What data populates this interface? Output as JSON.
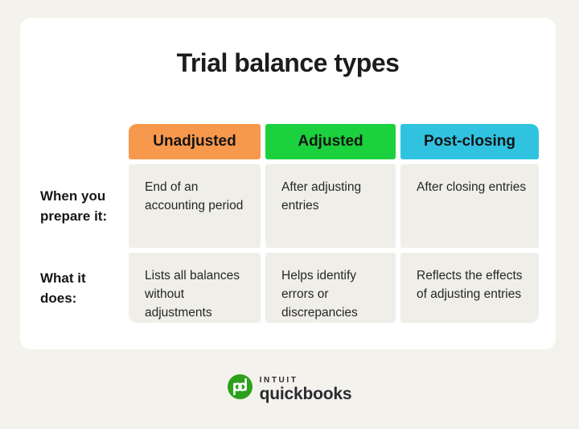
{
  "page": {
    "background": "#f4f2ec",
    "card_background": "#ffffff"
  },
  "title": "Trial balance types",
  "table": {
    "cell_background": "#efeee8",
    "columns": [
      {
        "label": "Unadjusted",
        "color": "#f7994d"
      },
      {
        "label": "Adjusted",
        "color": "#1bd13d"
      },
      {
        "label": "Post-closing",
        "color": "#30c3e0"
      }
    ],
    "rows": [
      {
        "label": "When you prepare it:",
        "cells": [
          "End of an accounting period",
          "After adjusting entries",
          "After closing entries"
        ]
      },
      {
        "label": "What it does:",
        "cells": [
          "Lists all balances without adjustments",
          "Helps identify errors or discrepancies",
          "Reflects the effects of adjusting entries"
        ]
      }
    ]
  },
  "footer": {
    "brand_name": "INTUIT",
    "product_name": "quickbooks",
    "monogram": "qb",
    "logo_color": "#2ca01c"
  }
}
